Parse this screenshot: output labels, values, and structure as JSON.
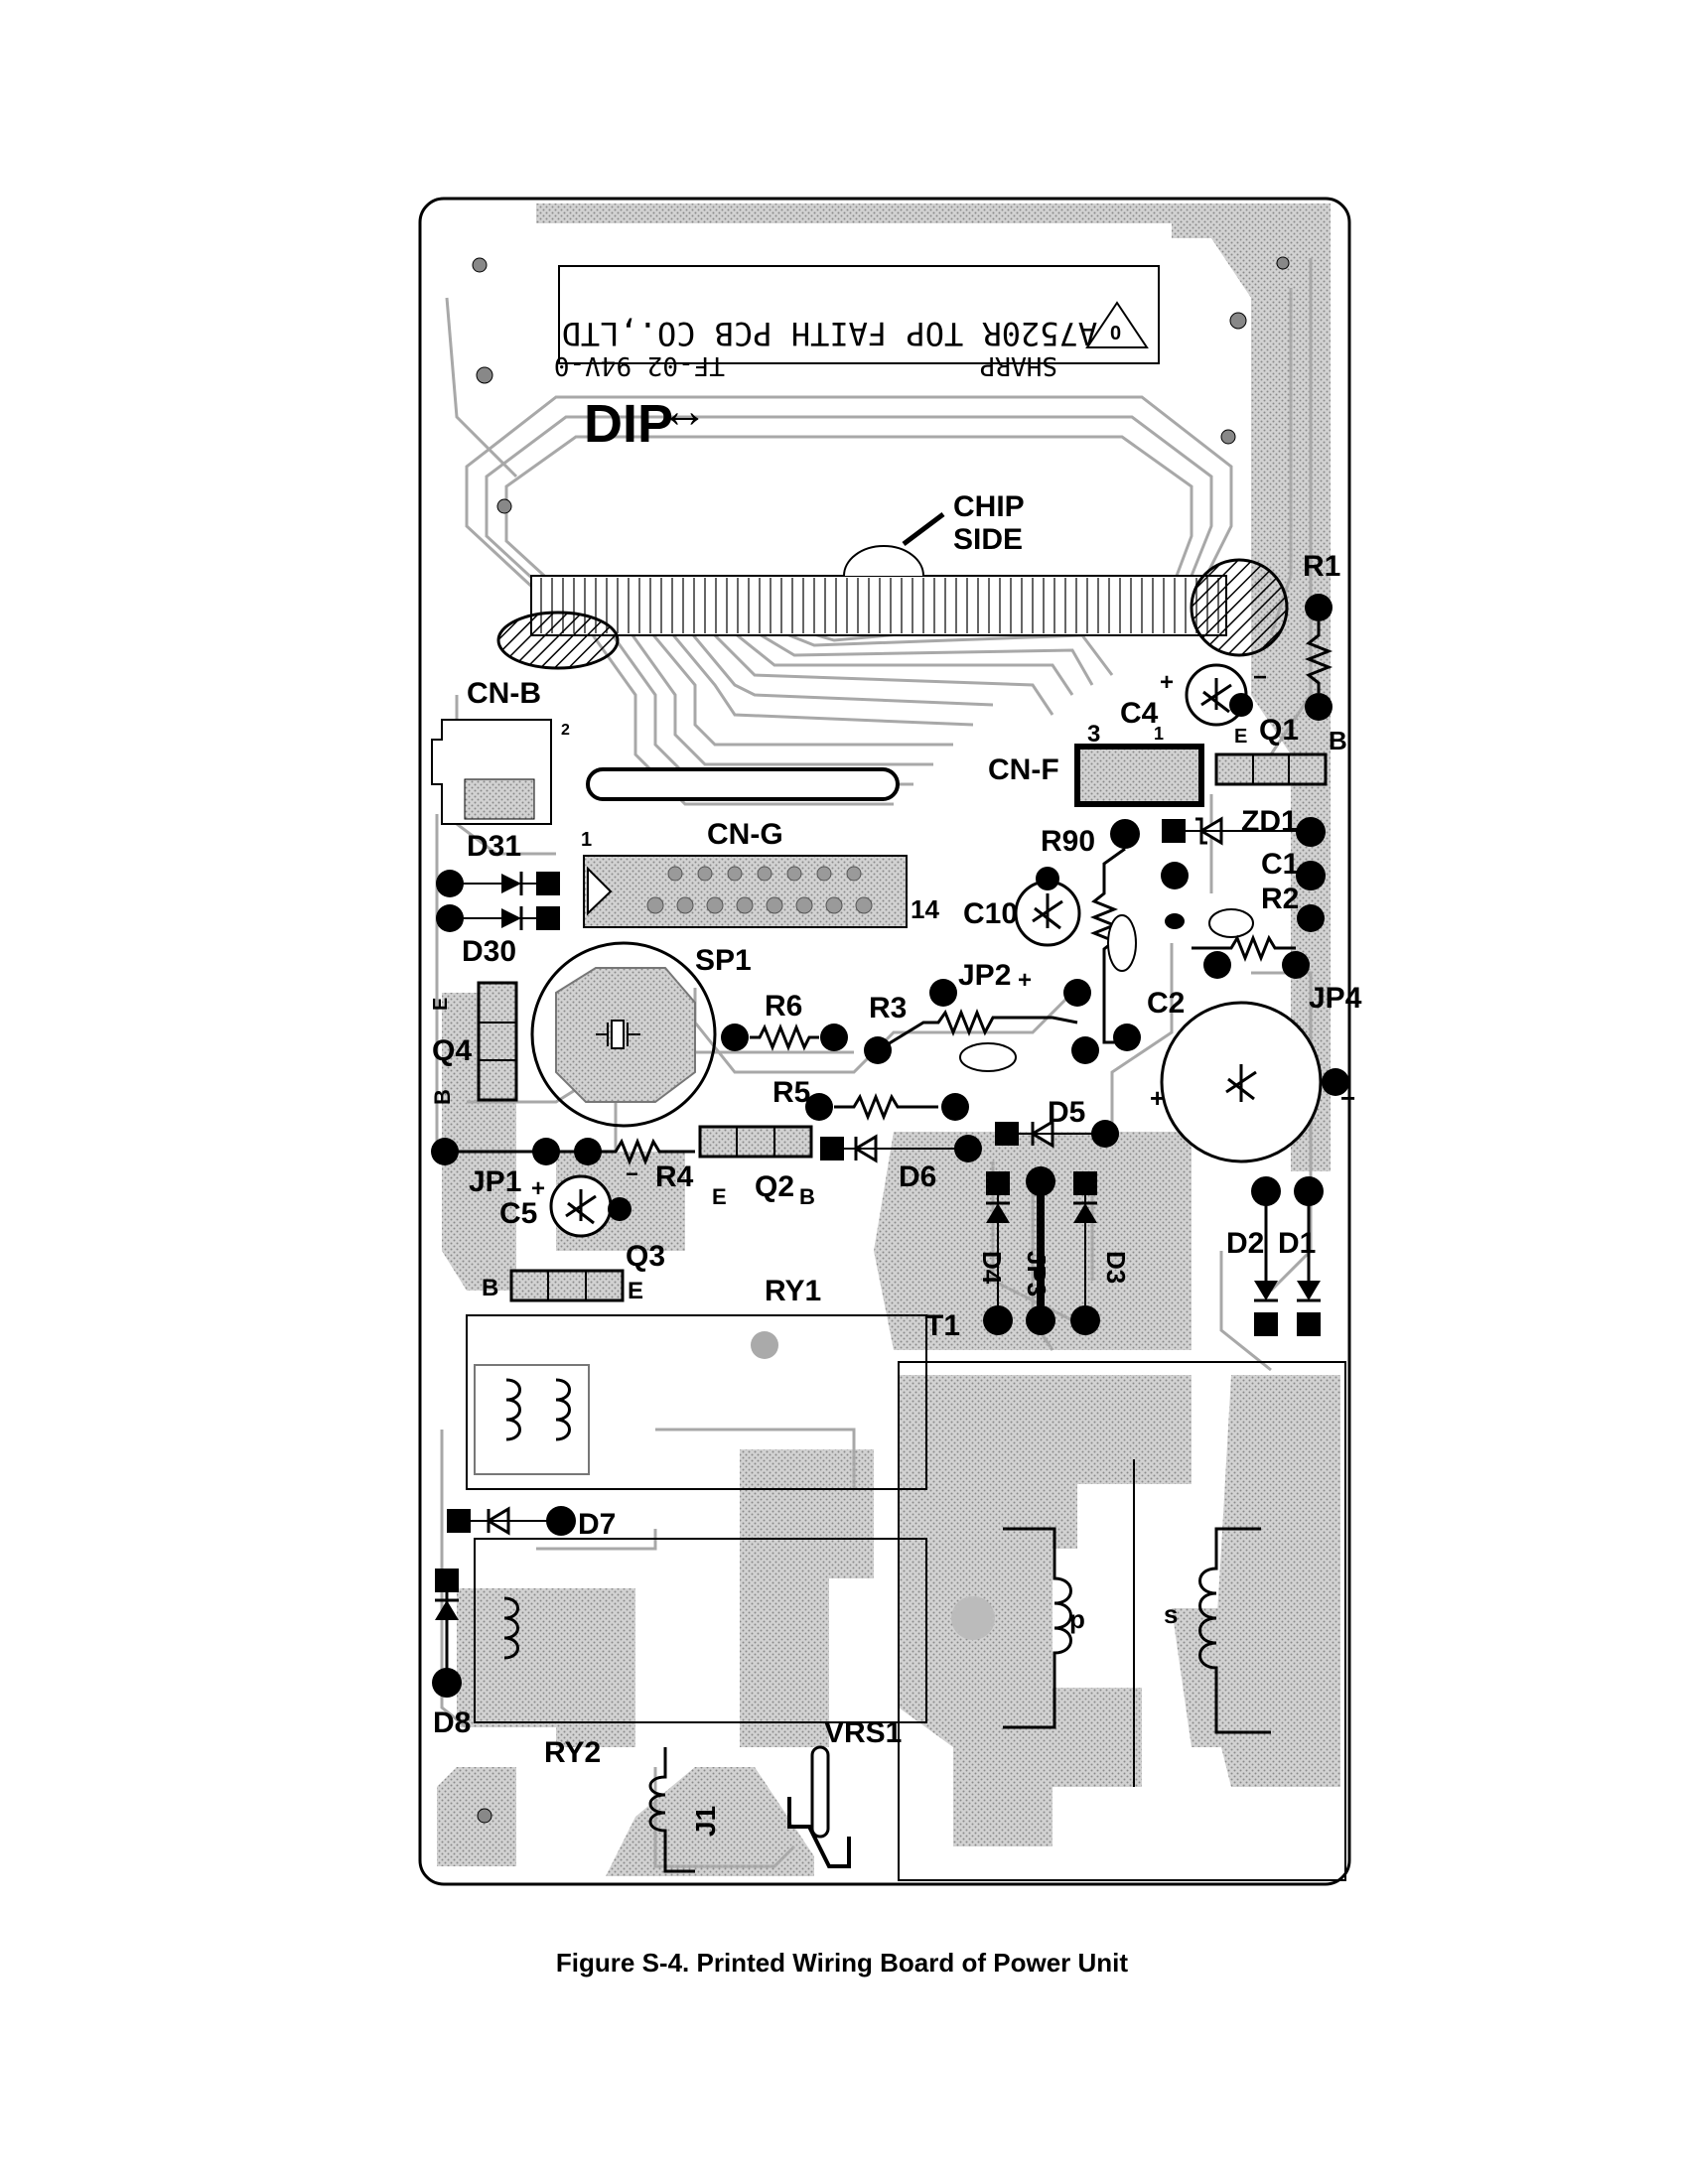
{
  "caption": "Figure S-4. Printed Wiring Board of Power Unit",
  "board": {
    "silkscreen_text": "FA7520R TOP FAITH PCB CO.,LTD",
    "silkscreen_sub": "SHARP",
    "silkscreen_code": "TF-02 94V-0",
    "warning_mark": "0",
    "dip_label": "DIP",
    "dip_arrow": "↔",
    "chip_side": [
      "CHIP",
      "SIDE"
    ]
  },
  "labels": {
    "cn_b": "CN-B",
    "cn_g": "CN-G",
    "cn_f": "CN-F",
    "cn_g_pin1": "1",
    "cn_g_pin14": "14",
    "cn_f_pin3": "3",
    "cn_f_pin1": "1",
    "cn_b_pin2": "2",
    "r1": "R1",
    "r2": "R2",
    "r3": "R3",
    "r4": "R4",
    "r5": "R5",
    "r6": "R6",
    "r90": "R90",
    "c1": "C1",
    "c2": "C2",
    "c4": "C4",
    "c5": "C5",
    "c10": "C10",
    "q1": "Q1",
    "q2": "Q2",
    "q3": "Q3",
    "q4": "Q4",
    "d1": "D1",
    "d2": "D2",
    "d3": "D3",
    "d4": "D4",
    "d5": "D5",
    "d6": "D6",
    "d7": "D7",
    "d8": "D8",
    "d30": "D30",
    "d31": "D31",
    "zd1": "ZD1",
    "jp1": "JP1",
    "jp2": "JP2",
    "jp3": "JP3",
    "jp4": "JP4",
    "sp1": "SP1",
    "t1": "T1",
    "ry1": "RY1",
    "ry2": "RY2",
    "vrs1": "VRS1",
    "j1": "J1",
    "p": "p",
    "s": "s",
    "b": "B",
    "e": "E",
    "plus": "+",
    "minus": "−"
  },
  "colors": {
    "ink": "#000000",
    "trace": "#b8b8b8",
    "trace_dark": "#8c8c8c",
    "board_bg": "#ffffff"
  }
}
